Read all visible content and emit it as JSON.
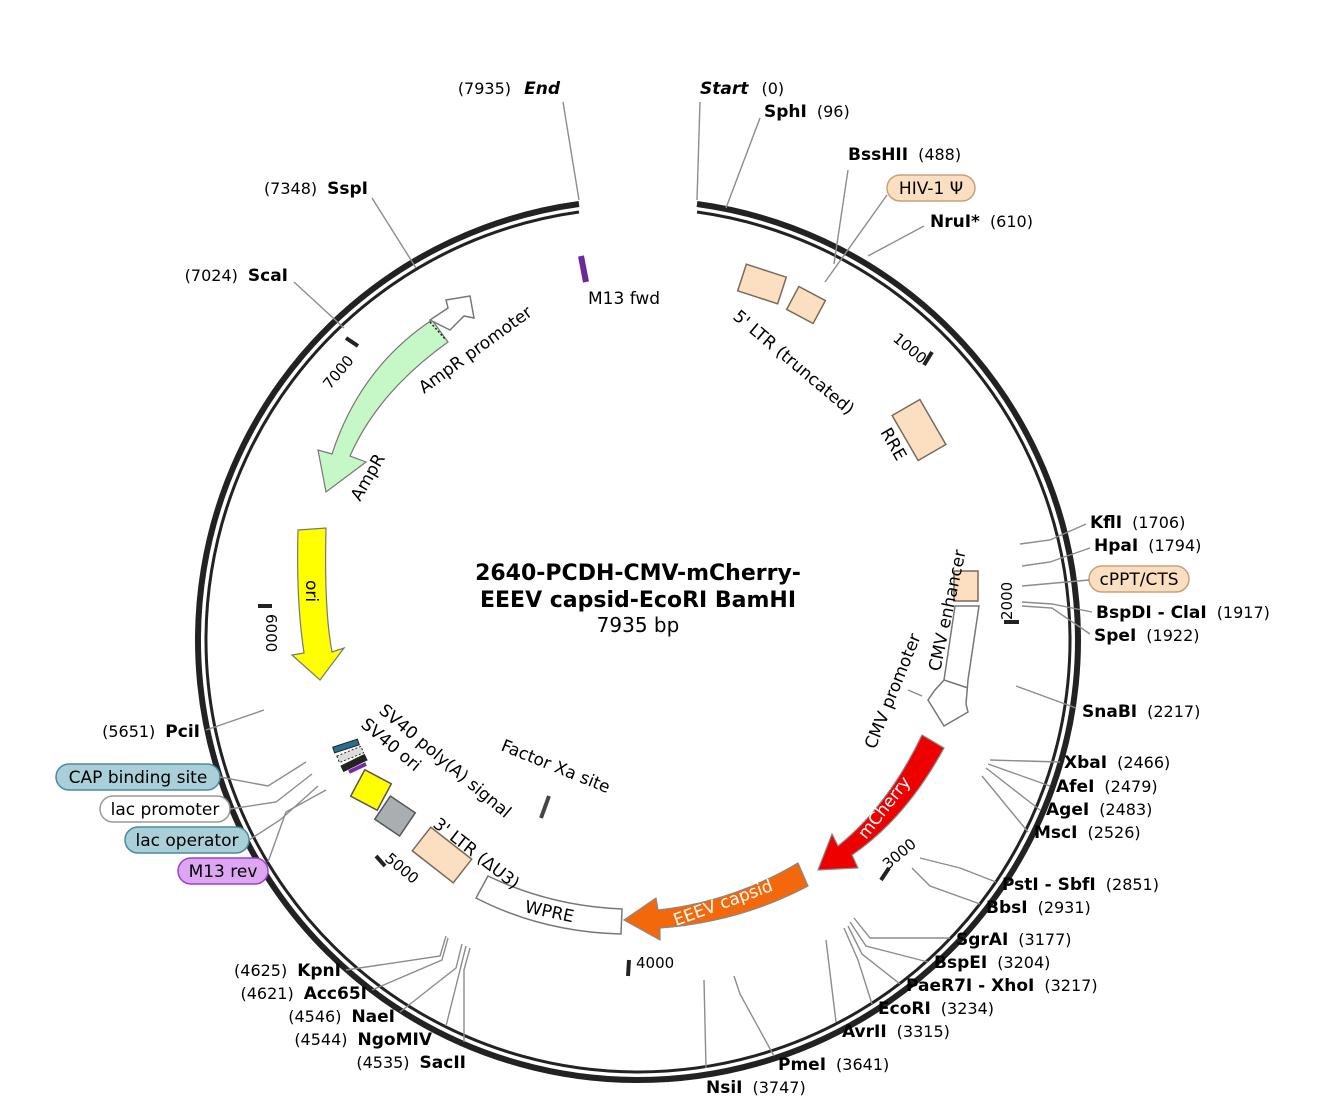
{
  "plasmid": {
    "name_line1": "2640-PCDH-CMV-mCherry-",
    "name_line2": "EEEV capsid-EcoRI BamHI",
    "length_label": "7935 bp",
    "length": 7935
  },
  "ends": [
    {
      "name": "Start",
      "pos_label": "(0)",
      "pos": 0
    },
    {
      "name": "End",
      "pos_label": "(7935)",
      "pos": 7935
    }
  ],
  "ticks": [
    {
      "label": "1000",
      "pos": 1000
    },
    {
      "label": "2000",
      "pos": 2000
    },
    {
      "label": "3000",
      "pos": 3000
    },
    {
      "label": "4000",
      "pos": 4000
    },
    {
      "label": "5000",
      "pos": 5000
    },
    {
      "label": "6000",
      "pos": 6000
    },
    {
      "label": "7000",
      "pos": 7000
    }
  ],
  "sites": [
    {
      "name": "SphI",
      "pos_label": "(96)",
      "pos": 96
    },
    {
      "name": "BssHII",
      "pos_label": "(488)",
      "pos": 488
    },
    {
      "name": "NruI*",
      "pos_label": "(610)",
      "pos": 610
    },
    {
      "name": "KflI",
      "pos_label": "(1706)",
      "pos": 1706
    },
    {
      "name": "HpaI",
      "pos_label": "(1794)",
      "pos": 1794
    },
    {
      "name": "BspDI - ClaI",
      "pos_label": "(1917)",
      "pos": 1917
    },
    {
      "name": "SpeI",
      "pos_label": "(1922)",
      "pos": 1922
    },
    {
      "name": "SnaBI",
      "pos_label": "(2217)",
      "pos": 2217
    },
    {
      "name": "XbaI",
      "pos_label": "(2466)",
      "pos": 2466
    },
    {
      "name": "AfeI",
      "pos_label": "(2479)",
      "pos": 2479
    },
    {
      "name": "AgeI",
      "pos_label": "(2483)",
      "pos": 2483
    },
    {
      "name": "MscI",
      "pos_label": "(2526)",
      "pos": 2526
    },
    {
      "name": "PstI - SbfI",
      "pos_label": "(2851)",
      "pos": 2851
    },
    {
      "name": "BbsI",
      "pos_label": "(2931)",
      "pos": 2931
    },
    {
      "name": "SgrAI",
      "pos_label": "(3177)",
      "pos": 3177
    },
    {
      "name": "BspEI",
      "pos_label": "(3204)",
      "pos": 3204
    },
    {
      "name": "PaeR7I - XhoI",
      "pos_label": "(3217)",
      "pos": 3217
    },
    {
      "name": "EcoRI",
      "pos_label": "(3234)",
      "pos": 3234
    },
    {
      "name": "AvrII",
      "pos_label": "(3315)",
      "pos": 3315
    },
    {
      "name": "PmeI",
      "pos_label": "(3641)",
      "pos": 3641
    },
    {
      "name": "NsiI",
      "pos_label": "(3747)",
      "pos": 3747
    },
    {
      "name": "SacII",
      "pos_label": "(4535)",
      "pos": 4535
    },
    {
      "name": "NgoMIV",
      "pos_label": "(4544)",
      "pos": 4544
    },
    {
      "name": "NaeI",
      "pos_label": "(4546)",
      "pos": 4546
    },
    {
      "name": "Acc65I",
      "pos_label": "(4621)",
      "pos": 4621
    },
    {
      "name": "KpnI",
      "pos_label": "(4625)",
      "pos": 4625
    },
    {
      "name": "PciI",
      "pos_label": "(5651)",
      "pos": 5651
    },
    {
      "name": "ScaI",
      "pos_label": "(7024)",
      "pos": 7024
    },
    {
      "name": "SspI",
      "pos_label": "(7348)",
      "pos": 7348
    }
  ],
  "badges": [
    {
      "label": "HIV-1 Ψ",
      "fill": "#fbdfc0",
      "stroke": "#c8a07a"
    },
    {
      "label": "cPPT/CTS",
      "fill": "#fbdfc0",
      "stroke": "#c8a07a"
    },
    {
      "label": "CAP binding site",
      "fill": "#a9cfd8",
      "stroke": "#4a8a9c"
    },
    {
      "label": "lac promoter",
      "fill": "#ffffff",
      "stroke": "#999999"
    },
    {
      "label": "lac operator",
      "fill": "#a9cfd8",
      "stroke": "#4a8a9c"
    },
    {
      "label": "M13 rev",
      "fill": "#dca6f3",
      "stroke": "#9e3fc9"
    }
  ],
  "features": [
    {
      "label": "M13 fwd",
      "color": "#9b3ec8"
    },
    {
      "label": "5' LTR (truncated)",
      "color": "#fbdfc0"
    },
    {
      "label": "RRE",
      "color": "#fbdfc0"
    },
    {
      "label": "CMV enhancer",
      "color": "#ffffff"
    },
    {
      "label": "CMV promoter",
      "color": "#ffffff"
    },
    {
      "label": "mCherry",
      "color": "#ee0000"
    },
    {
      "label": "EEEV capsid",
      "color": "#f4680c"
    },
    {
      "label": "WPRE",
      "color": "#ffffff"
    },
    {
      "label": "3' LTR (ΔU3)",
      "color": "#fbdfc0"
    },
    {
      "label": "SV40 poly(A) signal",
      "color": "#ffffff"
    },
    {
      "label": "SV40 ori",
      "color": "#ffff00"
    },
    {
      "label": "Factor Xa site",
      "color": "#333333"
    },
    {
      "label": "ori",
      "color": "#ffff00"
    },
    {
      "label": "AmpR",
      "color": "#c6f7c6"
    },
    {
      "label": "AmpR promoter",
      "color": "#ffffff"
    }
  ]
}
